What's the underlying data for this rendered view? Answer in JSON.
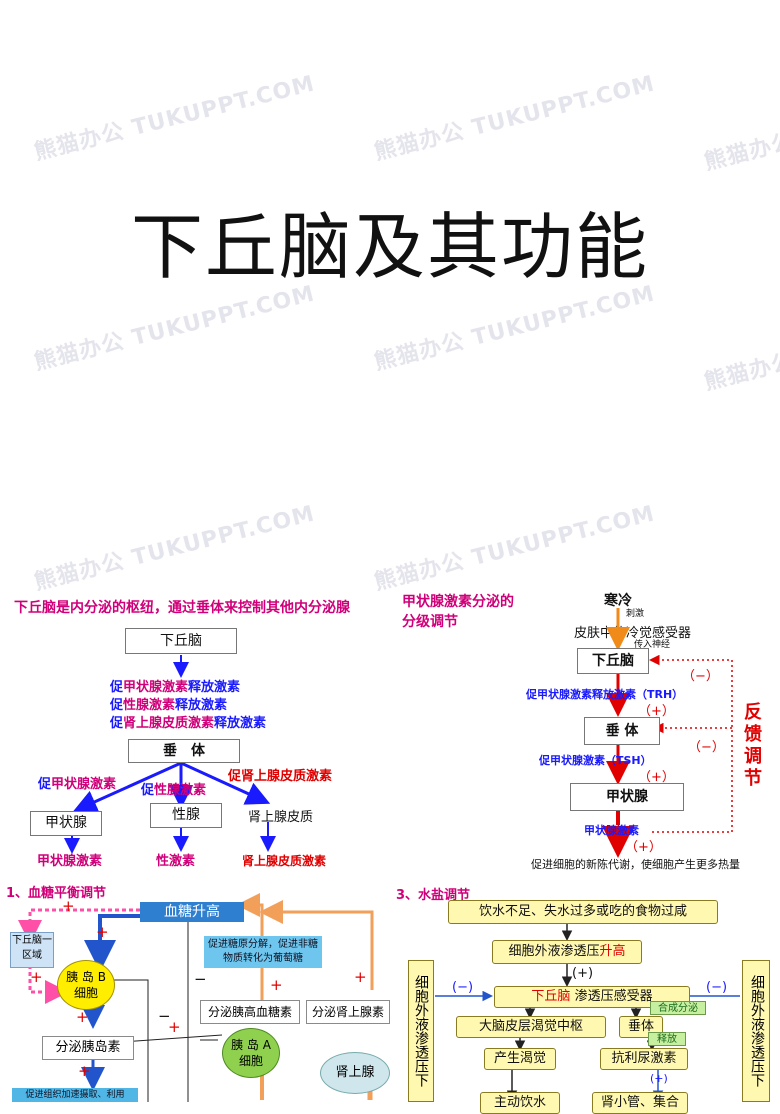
{
  "title": "下丘脑及其功能",
  "watermark": "熊猫办公 TUKUPPT.COM",
  "panel1": {
    "heading": "下丘脑是内分泌的枢纽，通过垂体来控制其他内分泌腺",
    "hypothalamus": "下丘脑",
    "trh_prefix": "促",
    "trh_mid": "甲状腺激素",
    "trh_suffix": "释放激素",
    "gnrh_prefix": "促",
    "gnrh_mid": "性腺激素",
    "gnrh_suffix": "释放激素",
    "crh_prefix": "促",
    "crh_mid": "肾上腺皮质激素",
    "crh_suffix": "释放激素",
    "pituitary": "垂　体",
    "tsh_prefix": "促",
    "tsh_mid": "甲状腺激素",
    "gth_prefix": "促",
    "gth_mid": "性腺激素",
    "acth": "促肾上腺皮质激素",
    "thyroid": "甲状腺",
    "gonad": "性腺",
    "adrenal": "肾上腺皮质",
    "out_thyroid": "甲状腺激素",
    "out_gonad": "性激素",
    "out_adrenal": "肾上腺皮质激素"
  },
  "panel2": {
    "heading": "甲状腺激素分泌的分级调节",
    "cold": "寒冷",
    "stim": "刺激",
    "receptor": "皮肤中的冷觉感受器",
    "afferent": "传入神经",
    "hypothalamus": "下丘脑",
    "trh": "促甲状腺激素释放激素（TRH）",
    "plus": "（+）",
    "minus": "（−）",
    "pituitary": "垂 体",
    "tsh": "促甲状腺激素（TSH）",
    "thyroid": "甲状腺",
    "hormone": "甲状腺激素",
    "feedback": "反馈调节",
    "effect": "促进细胞的新陈代谢，使细胞产生更多热量"
  },
  "panel3": {
    "heading": "1、血糖平衡调节",
    "glucose_up": "血糖升高",
    "hypo_region": "下丘脑一区域",
    "islet_b": "胰 岛 B 细胞",
    "insulin": "分泌胰岛素",
    "promote_uptake": "促进组织加速摄取、利用",
    "promote_breakdown": "促进糖原分解，促进非糖物质转化为葡萄糖",
    "glucagon": "分泌胰高血糖素",
    "adrenaline": "分泌肾上腺素",
    "islet_a": "胰 岛 A 细胞",
    "adrenal": "肾上腺",
    "plus": "+",
    "minus": "−"
  },
  "panel4": {
    "heading": "3、水盐调节",
    "cause": "饮水不足、失水过多或吃的食物过咸",
    "osm_prefix": "细胞外液渗透压",
    "osm_suffix": "升高",
    "plus": "(+)",
    "minus": "(−)",
    "hypo_prefix": "下丘脑",
    "hypo_suffix": " 渗透压感受器",
    "synth": "合成分泌",
    "cortex": "大脑皮层渴觉中枢",
    "pituitary": "垂体",
    "release": "释放",
    "thirst": "产生渴觉",
    "adh": "抗利尿激素",
    "drink": "主动饮水",
    "kidney": "肾小管、集合",
    "left_col": "细胞外液渗透压下",
    "right_col": "细胞外液渗透压下"
  },
  "colors": {
    "magenta": "#d0007a",
    "blue": "#1a1aff",
    "red": "#e00000",
    "orange": "#f08a18"
  }
}
